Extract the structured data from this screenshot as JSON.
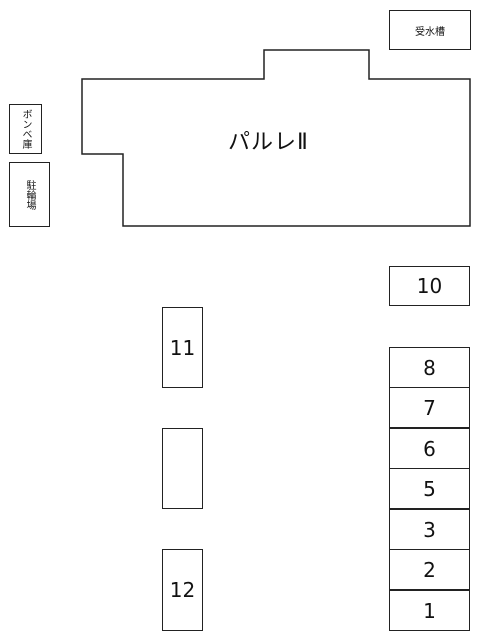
{
  "buildings": {
    "main": {
      "label": "パルレⅡ"
    },
    "water_tank": {
      "label": "受水槽"
    },
    "cylinder_storage": {
      "label": "ボンベ庫"
    },
    "bicycle_parking": {
      "label": "駐輪場"
    }
  },
  "lots": {
    "lot_10": "10",
    "lot_11": "11",
    "lot_unlabeled": "",
    "lot_12": "12",
    "lot_8": "8",
    "lot_7": "7",
    "lot_6": "6",
    "lot_5": "5",
    "lot_3": "3",
    "lot_2": "2",
    "lot_1": "1"
  }
}
